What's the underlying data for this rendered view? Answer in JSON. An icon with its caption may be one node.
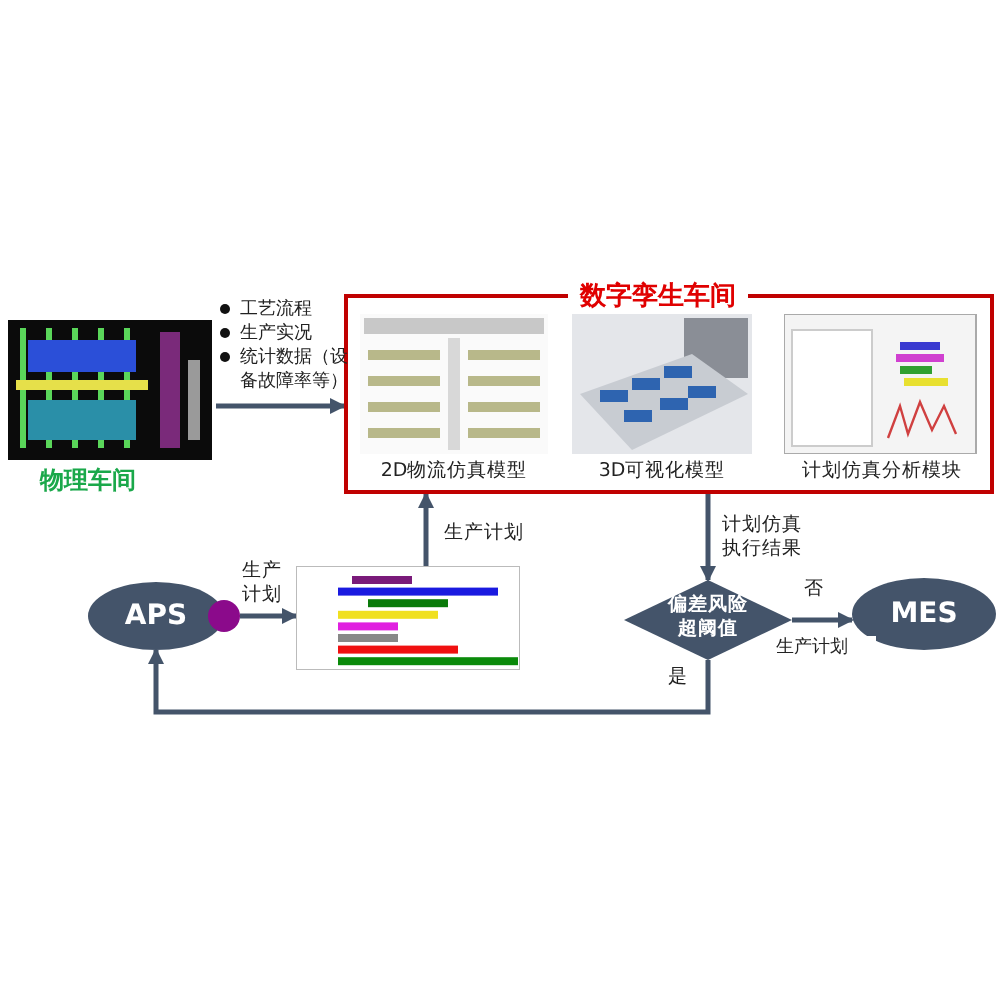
{
  "diagram": {
    "nodes": [
      {
        "text": [
          "物理车间"
        ]
      },
      {
        "text": [
          "数字孪生车间"
        ]
      },
      {
        "text": [
          "2D物流仿真模型"
        ],
        "in": 1
      },
      {
        "text": [
          "3D可视化模型"
        ],
        "in": 1
      },
      {
        "text": [
          "计划仿真分析模块"
        ],
        "in": 1
      },
      {
        "text": [
          "APS"
        ]
      },
      {
        "text": [],
        "shape": "circle"
      },
      {
        "text": [],
        "shape": "picture"
      },
      {
        "text": [
          "偏差风险超阈值"
        ]
      },
      {
        "text": [
          "MES"
        ]
      }
    ],
    "edges": [
      {
        "from": 0,
        "to": 1,
        "arrow": "to"
      },
      {
        "from": 6,
        "to": 7,
        "arrow": "to",
        "label": "生产计划"
      },
      {
        "from": 7,
        "to": 1,
        "arrow": "to",
        "label": "生产计划"
      },
      {
        "from": 1,
        "to": 8,
        "arrow": "to",
        "label": "计划仿真执行结果"
      },
      {
        "from": 8,
        "to": 9,
        "arrow": "to",
        "label": "否"
      },
      {
        "from": 8,
        "to": 5,
        "arrow": "to",
        "label": "是"
      }
    ],
    "labels": [
      "工艺流程",
      "生产实况",
      "统计数据（设备故障率等）",
      "生产计划"
    ]
  }
}
